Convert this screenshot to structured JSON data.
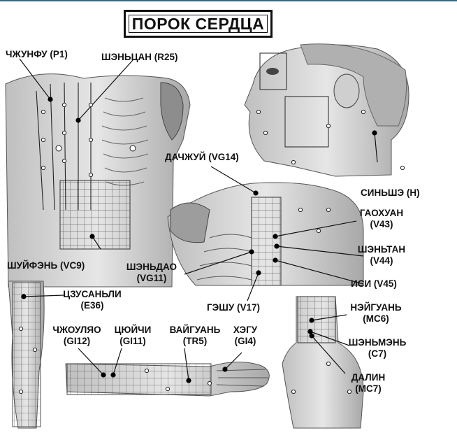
{
  "title": "ПОРОК СЕРДЦА",
  "colors": {
    "accent_rule": "#2f6a86",
    "ink": "#111111",
    "skin": "#d8d8d8",
    "shade": "#9a9a9a"
  },
  "points": {
    "p1": "ЧЖУНФУ (Р1)",
    "r25": "ШЭНЬЦАН (R25)",
    "vg14": "ДАЧЖУЙ (VG14)",
    "h": "СИНЬШЭ (Н)",
    "v43": [
      "ГАОХУАН",
      "(V43)"
    ],
    "v44": [
      "ШЭНЬТАН",
      "(V44)"
    ],
    "v45": "ИСИ (V45)",
    "vc9": "ШУЙФЭНЬ (VC9)",
    "vg11": [
      "ШЭНЬДАО",
      "(VG11)"
    ],
    "v17": "ГЭШУ (V17)",
    "e36": [
      "ЦЗУСАНЬЛИ",
      "(Е36)"
    ],
    "gi12": [
      "ЧЖОУЛЯО",
      "(GI12)"
    ],
    "gi11": [
      "ЦЮЙЧИ",
      "(GI11)"
    ],
    "tr5": [
      "ВАЙГУАНЬ",
      "(TR5)"
    ],
    "gi4": [
      "ХЭГУ",
      "(GI4)"
    ],
    "mc6": [
      "НЭЙГУАНЬ",
      "(МС6)"
    ],
    "c7": [
      "ШЭНЬМЭНЬ",
      "(С7)"
    ],
    "mc7": [
      "ДАЛИН",
      "(МС7)"
    ]
  }
}
